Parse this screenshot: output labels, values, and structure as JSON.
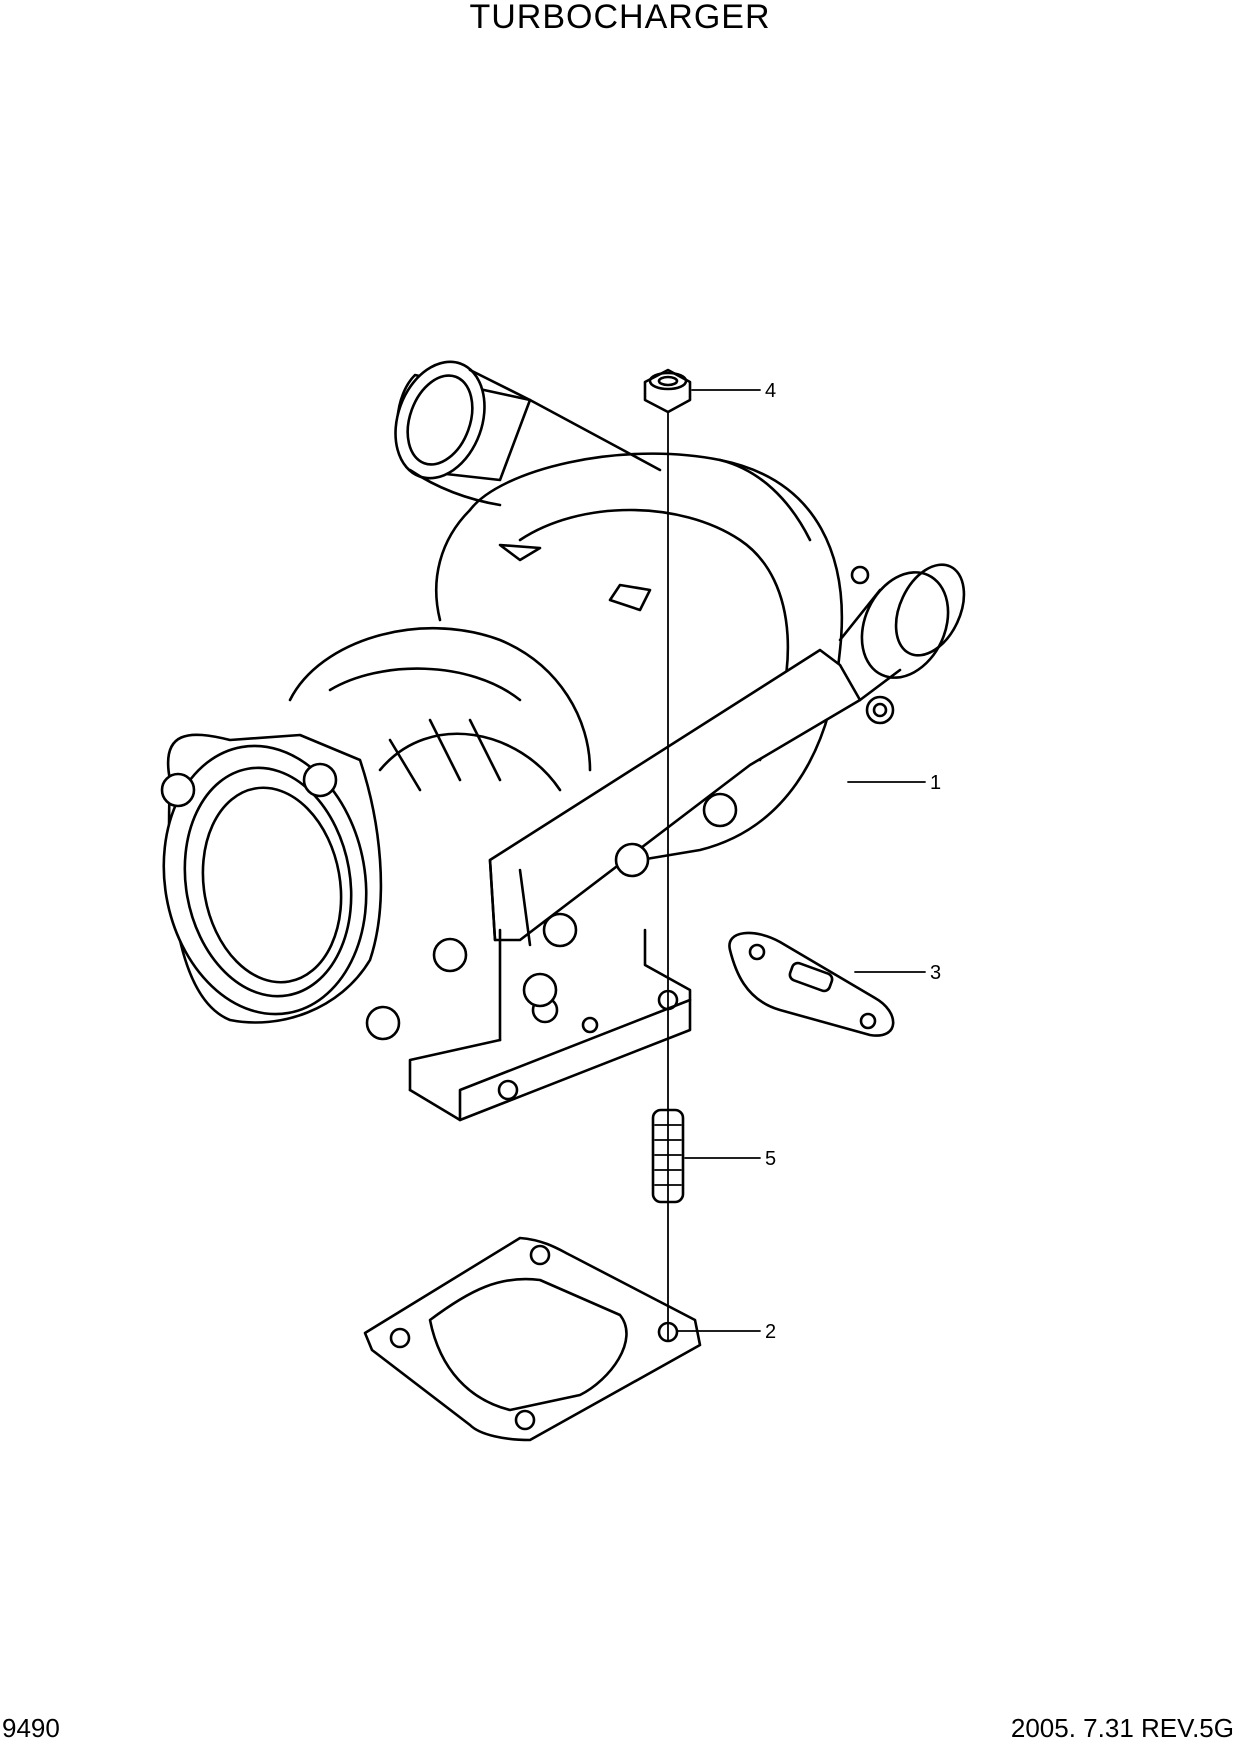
{
  "header": {
    "title": "TURBOCHARGER"
  },
  "footer": {
    "page_code": "9490",
    "revision": "2005. 7.31 REV.5G"
  },
  "callouts": [
    {
      "id": "4",
      "label": "4"
    },
    {
      "id": "1",
      "label": "1"
    },
    {
      "id": "3",
      "label": "3"
    },
    {
      "id": "5",
      "label": "5"
    },
    {
      "id": "2",
      "label": "2"
    }
  ]
}
